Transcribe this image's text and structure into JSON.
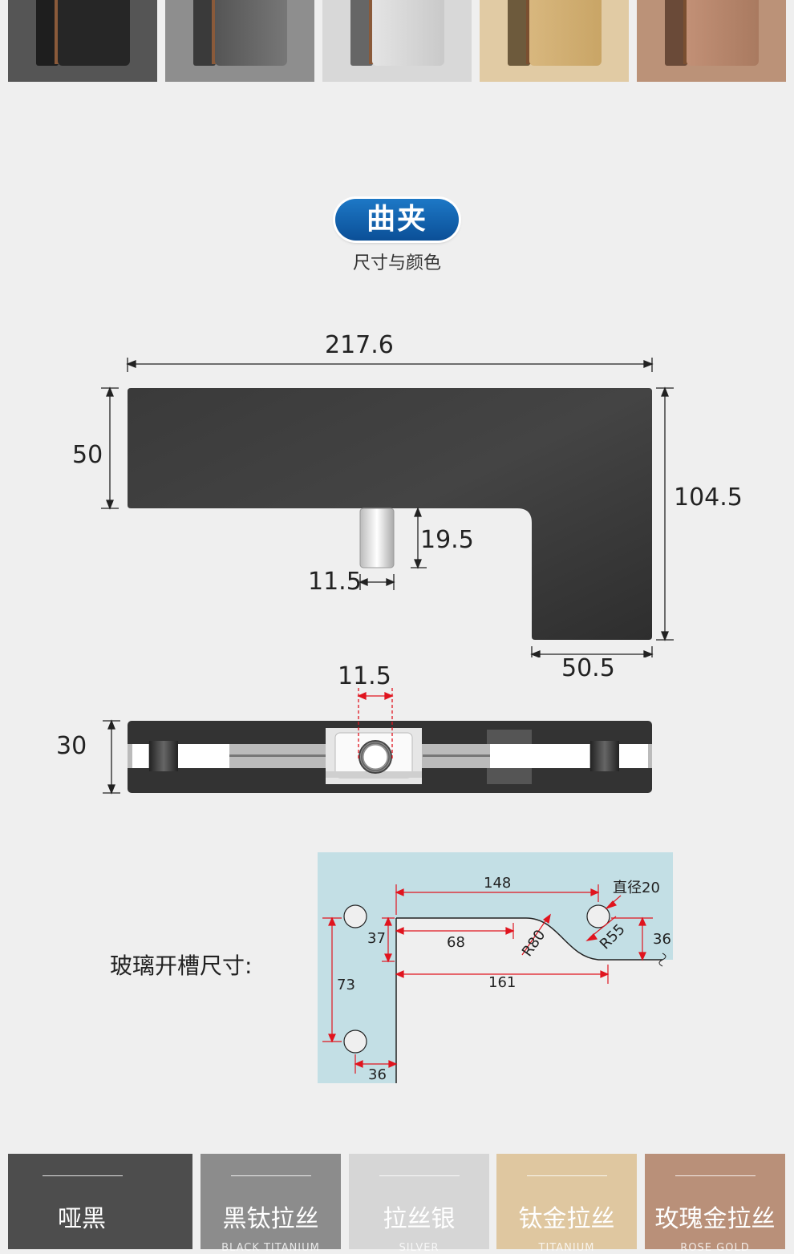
{
  "colors": {
    "matte_black": "#4d4d4d",
    "black_titanium": "#8c8c8c",
    "brushed_silver": "#d6d6d6",
    "titanium_gold": "#dfc7a0",
    "rose_gold": "#b99079",
    "accent_blue": "#0e5fab",
    "dimension_red": "#e0141e",
    "glass_blue": "#c3dfe5"
  },
  "header": {
    "title": "曲夹",
    "subtitle": "尺寸与颜色"
  },
  "front_view": {
    "width": "217.6",
    "left_height": "50",
    "right_height": "104.5",
    "bottom_width": "50.5",
    "pin_height": "19.5",
    "pin_width": "11.5"
  },
  "side_view": {
    "gap": "11.5",
    "thickness": "30"
  },
  "glass_cutout": {
    "label": "玻璃开槽尺寸:",
    "dims": {
      "d148": "148",
      "d68": "68",
      "d161": "161",
      "d37": "37",
      "d73": "73",
      "d36_bottom": "36",
      "d36_right": "36",
      "r80": "R80",
      "r55": "R55",
      "diameter": "直径20"
    }
  },
  "color_options": [
    {
      "name": "哑黑",
      "en": "",
      "color": "#4d4d4d"
    },
    {
      "name": "黑钛拉丝",
      "en": "BLACK TITANIUM",
      "color": "#8c8c8c"
    },
    {
      "name": "拉丝银",
      "en": "SILVER",
      "color": "#d6d6d6"
    },
    {
      "name": "钛金拉丝",
      "en": "TITANIUM",
      "color": "#dfc7a0"
    },
    {
      "name": "玫瑰金拉丝",
      "en": "ROSE GOLD",
      "color": "#b99079"
    }
  ]
}
